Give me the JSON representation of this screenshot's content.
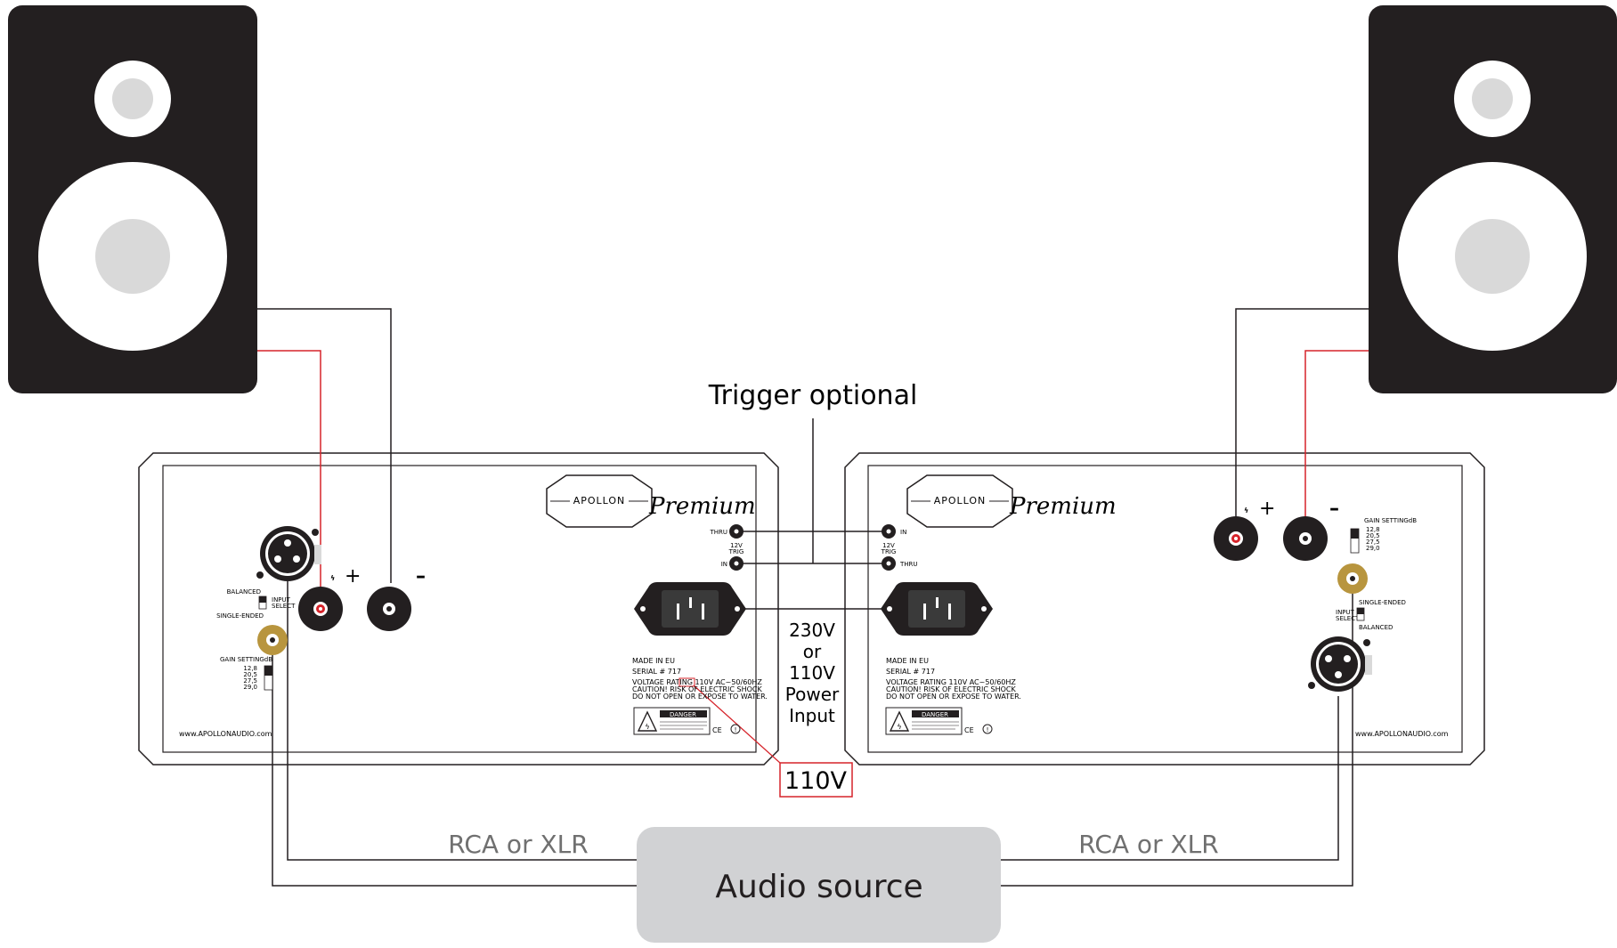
{
  "labels": {
    "trigger": "Trigger optional",
    "power_line1": "230V",
    "power_line2": "or",
    "power_line3": "110V",
    "power_line4": "Power",
    "power_line5": "Input",
    "voltage_callout": "110V",
    "rca_left": "RCA or XLR",
    "rca_right": "RCA or XLR",
    "audio_source": "Audio source"
  },
  "amplifier": {
    "brand": "APOLLON",
    "model": "Premium",
    "website": "www.APOLLONAUDIO.com",
    "thru": "THRU",
    "trig_line1": "12V",
    "trig_line2": "TRIG",
    "in": "IN",
    "balanced": "BALANCED",
    "single_ended": "SINGLE-ENDED",
    "input_line1": "INPUT",
    "input_line2": "SELECT",
    "gain_setting": "GAIN SETTINGdB",
    "gain_values": [
      "12,8",
      "20,5",
      "27,5",
      "29,0"
    ],
    "plus": "+",
    "minus": "–",
    "made_in": "MADE IN EU",
    "serial": "SERIAL # 717",
    "voltage_rating_left": "VOLTAGE RATING 110V AC~50/60HZ",
    "voltage_rating_right": "VOLTAGE RATING 110V AC~50/60HZ",
    "caution": "CAUTION! RISK OF ELECTRIC SHOCK",
    "do_not_open": "DO NOT OPEN OR EXPOSE TO WATER.",
    "danger": "DANGER",
    "ce": "CE"
  },
  "colors": {
    "speaker_body": "#231f20",
    "speaker_driver": "#ffffff",
    "speaker_dome": "#d9d9d9",
    "red_wire": "#d6232a",
    "gold_rca": "#b8953e",
    "audio_source_box": "#d1d2d4",
    "muted_text": "#707070"
  }
}
